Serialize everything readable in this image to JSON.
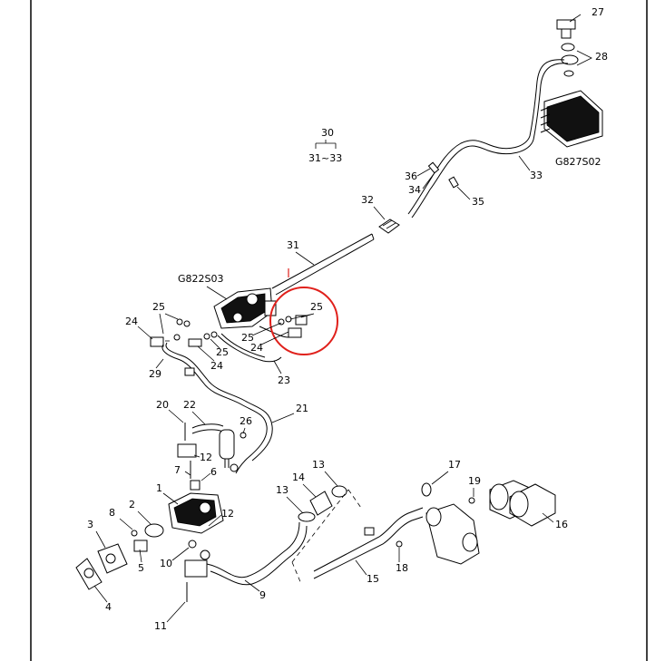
{
  "diagram": {
    "assembly_codes": {
      "upper_valve": "G827S02",
      "main_valve": "G822S03"
    },
    "group_ref": {
      "number": "30",
      "range": "31~33"
    },
    "callouts": {
      "c1": "1",
      "c2": "2",
      "c3": "3",
      "c4": "4",
      "c5": "5",
      "c6": "6",
      "c7": "7",
      "c8": "8",
      "c9": "9",
      "c10": "10",
      "c11": "11",
      "c12a": "12",
      "c12b": "12",
      "c13a": "13",
      "c13b": "13",
      "c14": "14",
      "c15": "15",
      "c16": "16",
      "c17": "17",
      "c18": "18",
      "c19": "19",
      "c20": "20",
      "c21": "21",
      "c22": "22",
      "c23": "23",
      "c24a": "24",
      "c24b": "24",
      "c24c": "24",
      "c25a": "25",
      "c25b": "25",
      "c25c": "25",
      "c25d": "25",
      "c26": "26",
      "c27": "27",
      "c28": "28",
      "c29": "29",
      "c31": "31",
      "c32": "32",
      "c33": "33",
      "c34": "34",
      "c35": "35",
      "c36": "36"
    },
    "highlight_color": "#e0201b"
  }
}
